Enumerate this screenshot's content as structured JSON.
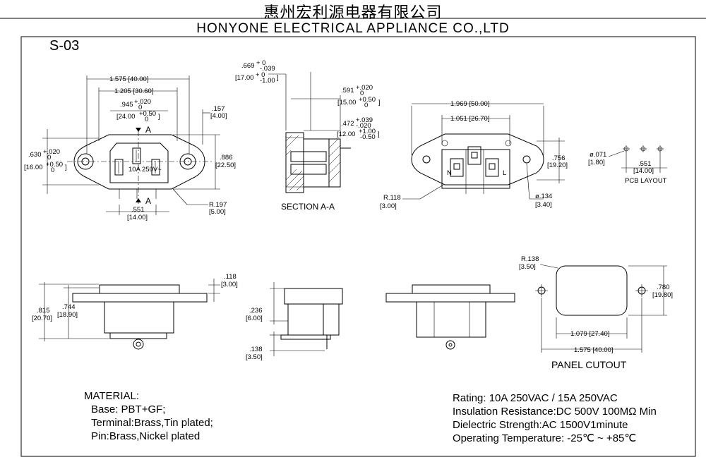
{
  "header": {
    "company_cn": "惠州宏利源电器有限公司",
    "company_en": "HONYONE ELECTRICAL APPLIANCE CO.,LTD"
  },
  "model": "S-03",
  "section_label": "SECTION A-A",
  "pcb_label": "PCB LAYOUT",
  "panel_label": "PANEL CUTOUT",
  "section_marker": "A",
  "dims": {
    "d1": "1.575 [40.00]",
    "d2": "1.205 [30.60]",
    "d3a": ".945",
    "d3b": "+.020",
    "d3c": "0",
    "d3d": "[24.00",
    "d3e": "+0.50",
    "d3f": "0",
    "d3g": "]",
    "d4a": ".157",
    "d4b": "[4.00]",
    "d5a": ".630",
    "d5b": "+.020",
    "d5c": "0",
    "d5d": "[16.00",
    "d5e": "+0.50",
    "d5f": "0",
    "d5g": "]",
    "d6a": ".886",
    "d6b": "[22.50]",
    "d7a": ".551",
    "d7b": "[14.00]",
    "d8a": "R.197",
    "d8b": "[5.00]",
    "s1a": ".669",
    "s1b": "+ 0",
    "s1c": "-.039",
    "s1d": "[17.00",
    "s1e": "+ 0",
    "s1f": "-1.00",
    "s1g": "]",
    "s2a": ".591",
    "s2b": "+.020",
    "s2c": "0",
    "s2d": "[15.00",
    "s2e": "+0.50",
    "s2f": "0",
    "s2g": "]",
    "s3a": ".472",
    "s3b": "+.039",
    "s3c": "-.020",
    "s3d": "[12.00",
    "s3e": "+1.00",
    "s3f": "-0.50",
    "s3g": "]",
    "r1": "1.969 [50.00]",
    "r2": "1.051 [26.70]",
    "r3a": ".756",
    "r3b": "[19.20]",
    "r4a": "R.118",
    "r4b": "[3.00]",
    "r5a": "ø.134",
    "r5b": "[3.40]",
    "p1a": "ø.071",
    "p1b": "[1.80]",
    "p2a": ".551",
    "p2b": "[14.00]",
    "b1a": ".118",
    "b1b": "[3.00]",
    "b2a": ".815",
    "b2b": "[20.70]",
    "b3a": ".744",
    "b3b": "[18.90]",
    "c1a": ".236",
    "c1b": "[6.00]",
    "c2a": ".138",
    "c2b": "[3.50]",
    "k1a": "R.138",
    "k1b": "[3.50]",
    "k2a": ".780",
    "k2b": "[19.80]",
    "k3": "1.079 [27.40]",
    "k4": "1.575 [40.00]",
    "rating_label": "10A 250V~"
  },
  "material": {
    "title": "MATERIAL:",
    "lines": [
      "Base: PBT+GF;",
      "Terminal:Brass,Tin plated;",
      "Pin:Brass,Nickel plated"
    ]
  },
  "specs": [
    "Rating: 10A 250VAC / 15A 250VAC",
    "Insulation Resistance:DC 500V 100MΩ  Min",
    "Dielectric Strength:AC 1500V1minute",
    "Operating Temperature: -25℃ ~ +85℃"
  ],
  "pin_letters": {
    "n": "N",
    "l": "L"
  }
}
